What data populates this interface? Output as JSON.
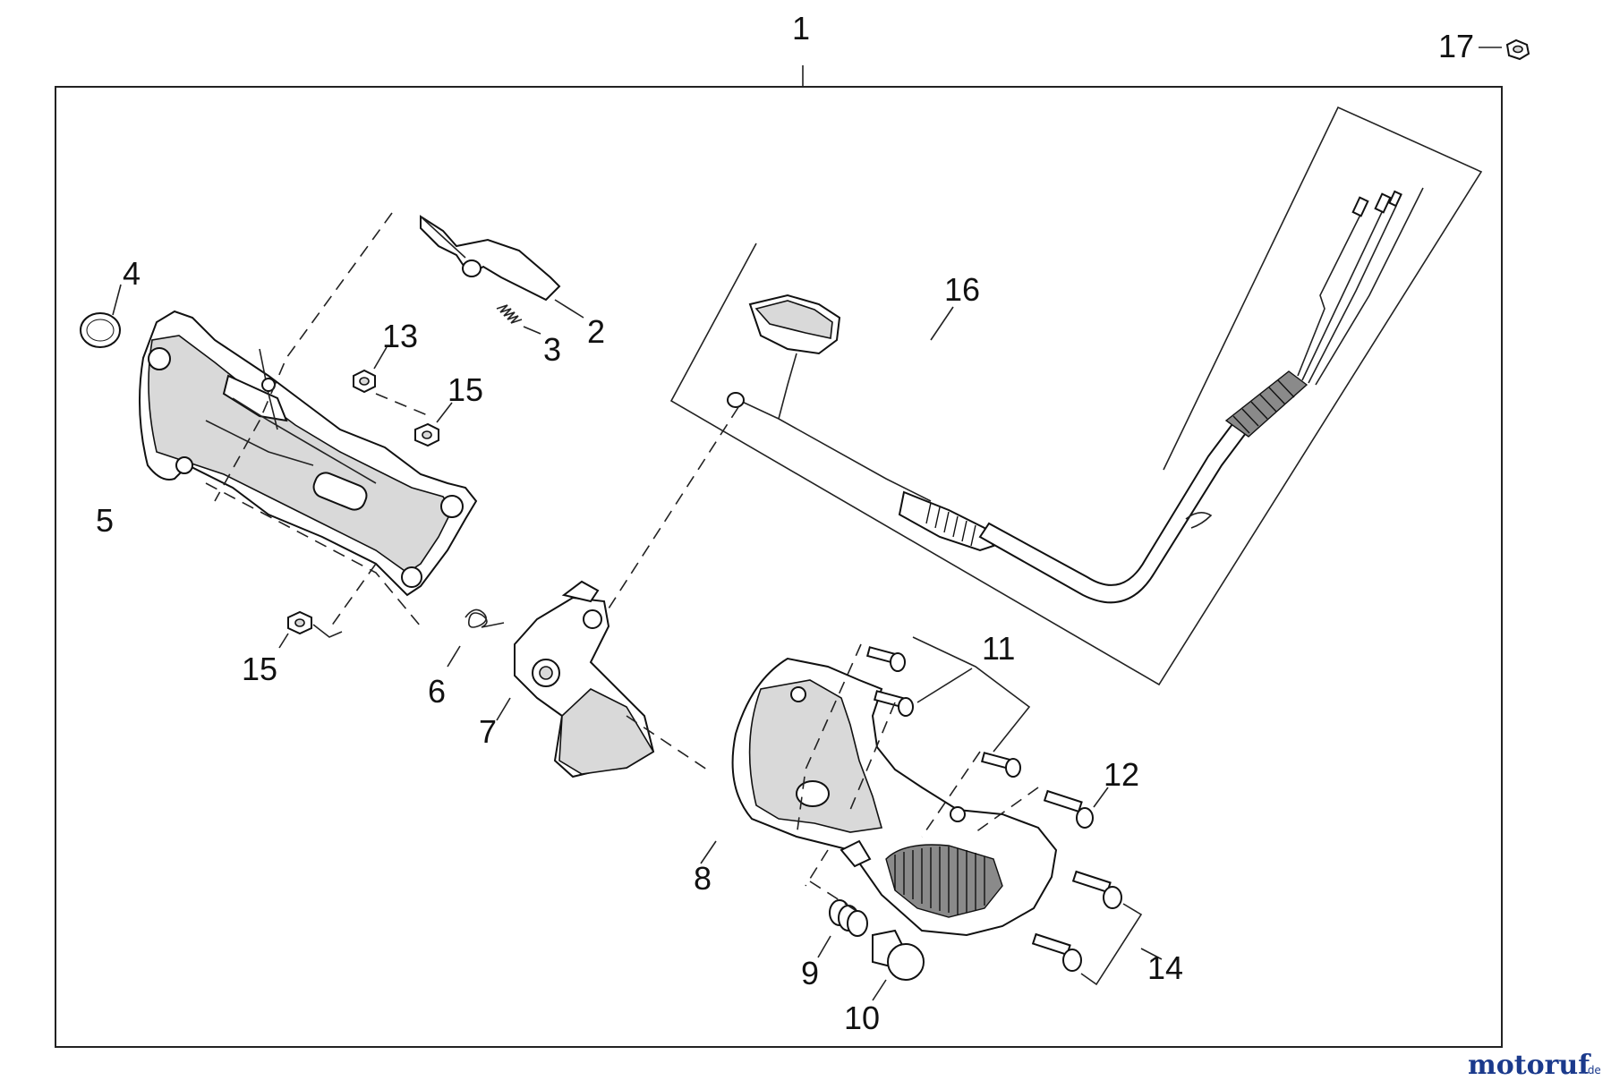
{
  "callouts": {
    "p1": "1",
    "p2": "2",
    "p3": "3",
    "p4": "4",
    "p5": "5",
    "p6": "6",
    "p7": "7",
    "p8": "8",
    "p9": "9",
    "p10": "10",
    "p11": "11",
    "p12": "12",
    "p13": "13",
    "p14": "14",
    "p15a": "15",
    "p15b": "15",
    "p16": "16",
    "p17": "17"
  },
  "watermark": {
    "text": "motoruf",
    "suffix": ".de",
    "color_main": "#1b3a8c",
    "color_accent": "#c8102e"
  }
}
